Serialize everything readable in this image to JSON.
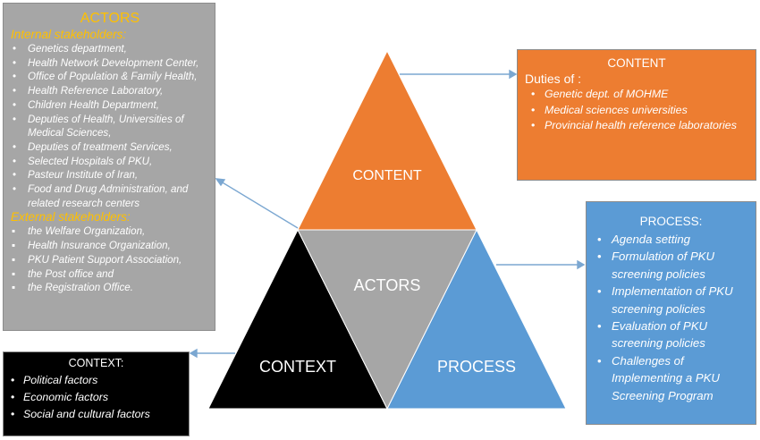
{
  "actors": {
    "title": "ACTORS",
    "internal_heading": "Internal stakeholders:",
    "internal": [
      "Genetics department,",
      "Health Network Development Center,",
      "Office of Population & Family Health,",
      "Health Reference Laboratory,",
      "Children Health Department,",
      "Deputies of Health, Universities of Medical Sciences,",
      "Deputies of treatment Services,",
      "Selected Hospitals of PKU,",
      "Pasteur Institute of Iran,",
      "Food and Drug Administration, and related research centers"
    ],
    "external_heading": "External stakeholders:",
    "external": [
      "the Welfare Organization,",
      "Health Insurance Organization,",
      "PKU Patient Support Association,",
      "the Post office and",
      "the Registration Office."
    ]
  },
  "content": {
    "title": "CONTENT",
    "subtitle": "Duties of :",
    "items": [
      "Genetic dept. of MOHME",
      "Medical sciences universities",
      "Provincial health reference laboratories"
    ]
  },
  "process": {
    "title": "PROCESS:",
    "items": [
      "Agenda setting",
      "Formulation of PKU screening policies",
      "Implementation of PKU screening policies",
      "Evaluation of PKU screening policies",
      "Challenges of Implementing a PKU Screening Program"
    ]
  },
  "context": {
    "title": "CONTEXT:",
    "items": [
      "Political factors",
      "Economic factors",
      "Social and cultural factors"
    ]
  },
  "triangle": {
    "content_label": "CONTENT",
    "actors_label": "ACTORS",
    "context_label": "CONTEXT",
    "process_label": "PROCESS"
  },
  "colors": {
    "content": "#ed7d31",
    "actors": "#a6a6a6",
    "context": "#000000",
    "process": "#5b9bd5",
    "arrow": "#7ba7d1",
    "heading_accent": "#ffc000"
  }
}
